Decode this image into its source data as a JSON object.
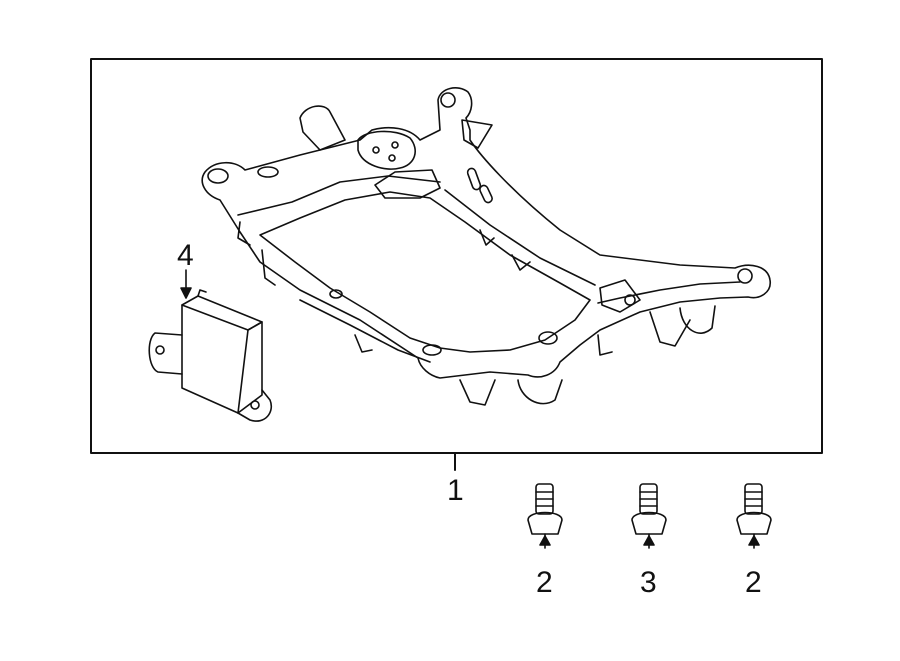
{
  "callouts": {
    "subframe": "1",
    "bolt_left": "2",
    "bolt_center": "3",
    "bolt_right": "2",
    "module": "4"
  },
  "colors": {
    "line": "#111111",
    "background": "#ffffff"
  }
}
